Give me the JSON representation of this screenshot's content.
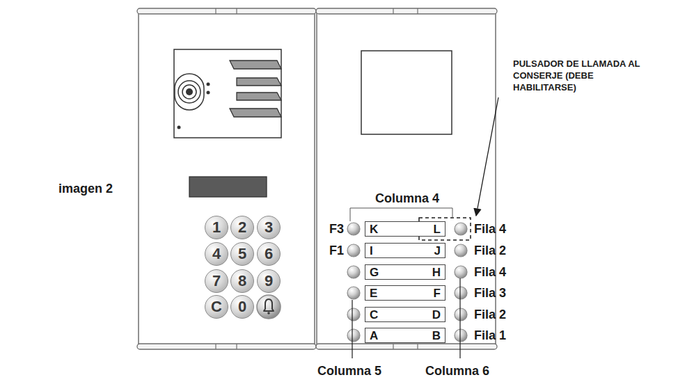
{
  "diagram": {
    "nodes": [
      {
        "text": [
          "1"
        ]
      },
      {
        "text": [
          "2"
        ]
      },
      {
        "text": [
          "3"
        ]
      },
      {
        "text": [
          "4"
        ]
      },
      {
        "text": [
          "5"
        ]
      },
      {
        "text": [
          "6"
        ]
      },
      {
        "text": [
          "7"
        ]
      },
      {
        "text": [
          "8"
        ]
      },
      {
        "text": [
          "9"
        ]
      },
      {
        "text": [
          "C"
        ]
      },
      {
        "text": [
          "0"
        ]
      },
      {
        "text": [
          "K",
          "L"
        ]
      },
      {
        "text": [
          "I",
          "J"
        ]
      },
      {
        "text": [
          "G",
          "H"
        ]
      },
      {
        "text": [
          "E",
          "F"
        ]
      },
      {
        "text": [
          "C",
          "D"
        ]
      },
      {
        "text": [
          "A",
          "B"
        ]
      }
    ],
    "labels": [
      "imagen 2",
      "Columna 4",
      "PULSADOR DE LLAMADA AL CONSERJE (DEBE HABILITARSE)",
      "F3",
      "F1",
      "Fila 4",
      "Fila 2",
      "Fila 4",
      "Fila 3",
      "Fila 2",
      "Fila 1",
      "Columna 5",
      "Columna 6"
    ]
  }
}
